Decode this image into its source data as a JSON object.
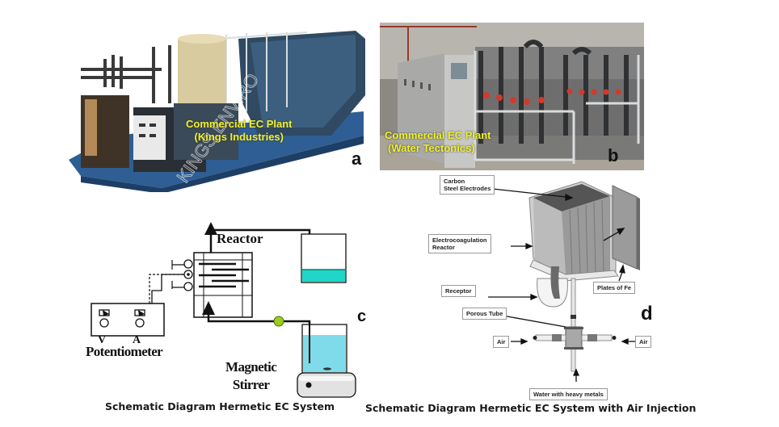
{
  "panels": {
    "a": {
      "letter": "a",
      "label_line1": "Commercial EC Plant",
      "label_line2": "(Kings Industries)",
      "watermark": "KINGS ENVIRO",
      "type": "photo"
    },
    "b": {
      "letter": "b",
      "label_line1": "Commercial EC Plant",
      "label_line2": "(Water Tectonics)",
      "type": "photo"
    },
    "c": {
      "letter": "c",
      "reactor_label": "Reactor",
      "meter_v": "V",
      "meter_a": "A",
      "potentiometer_label": "Potentiometer",
      "stirrer_line1": "Magnetic",
      "stirrer_line2": "Stirrer",
      "caption": "Schematic Diagram Hermetic EC System",
      "colors": {
        "water_tank": "#7fdbe9",
        "output_water": "#1fd6c9",
        "pump_valve": "#9ccc1c"
      }
    },
    "d": {
      "letter": "d",
      "labels": {
        "electrodes_line1": "Carbon",
        "electrodes_line2": "Steel Electrodes",
        "reactor_line1": "Electrocoagulation",
        "reactor_line2": "Reactor",
        "receptor": "Receptor",
        "plates": "Plates of Fe",
        "porous_tube": "Porous Tube",
        "air_left": "Air",
        "air_right": "Air",
        "water": "Water with heavy metals"
      },
      "caption": "Schematic Diagram Hermetic EC System with Air Injection"
    }
  }
}
